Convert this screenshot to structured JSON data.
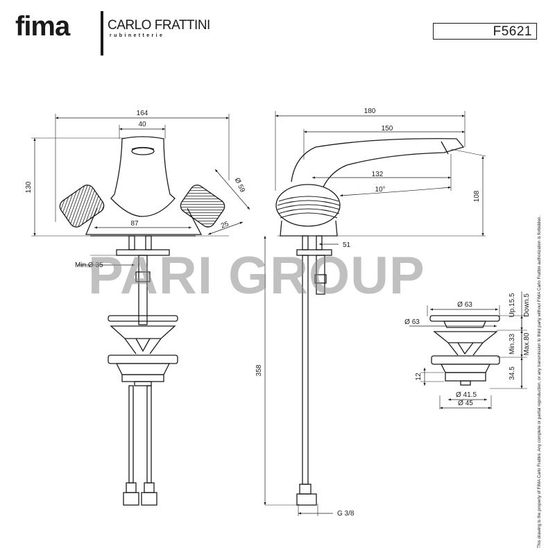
{
  "header": {
    "brand": "fima",
    "brand_partner": "CARLO FRATTINI",
    "brand_sub": "rubinetterie",
    "product_code": "F5621"
  },
  "watermark": "PARI GROUP",
  "rights_notice": "This drawing is the property of FIMA Carlo Frattini. Any complete or partial reproduction, or any transmission to third party without FIMA Carlo Frattini authorization is forbidden.",
  "front_view": {
    "width": "164",
    "spout_width": "40",
    "height": "130",
    "handle_diameter": "Ø 59",
    "handle_offset": "25",
    "base_width": "87",
    "hole_min": "Min.Ø 35"
  },
  "side_view": {
    "length": "180",
    "spout_reach": "150",
    "spout_inner": "132",
    "angle": "10°",
    "height": "108",
    "base_depth": "51",
    "hose_length": "358",
    "thread": "G 3/8"
  },
  "waste_detail": {
    "cap_diameter": "Ø 63",
    "flange_diameter": "Ø 63",
    "travel_up": "Up.15.5",
    "travel_down": "Down.5",
    "min_thickness": "Min.33",
    "max_thickness": "Max.80",
    "body_height": "34.5",
    "nut_height": "12",
    "thread_diameter": "Ø 41.5",
    "nut_diameter": "Ø 45"
  }
}
